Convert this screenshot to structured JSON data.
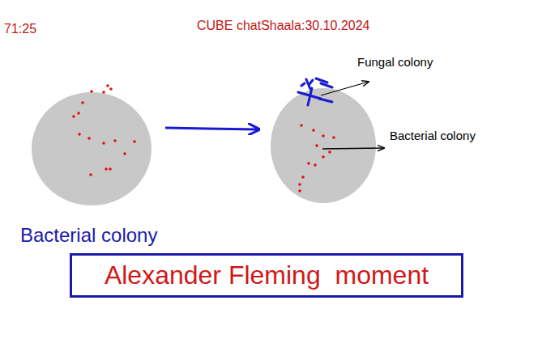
{
  "diagram": {
    "title": "CUBE chatShaala:30.10.2024",
    "nodes": [
      {
        "text": [
          "Alexander Fleming  moment"
        ]
      }
    ],
    "labels": [
      "71:25",
      "Fungal colony",
      "Bacterial colony",
      "Bacterial colony"
    ]
  }
}
